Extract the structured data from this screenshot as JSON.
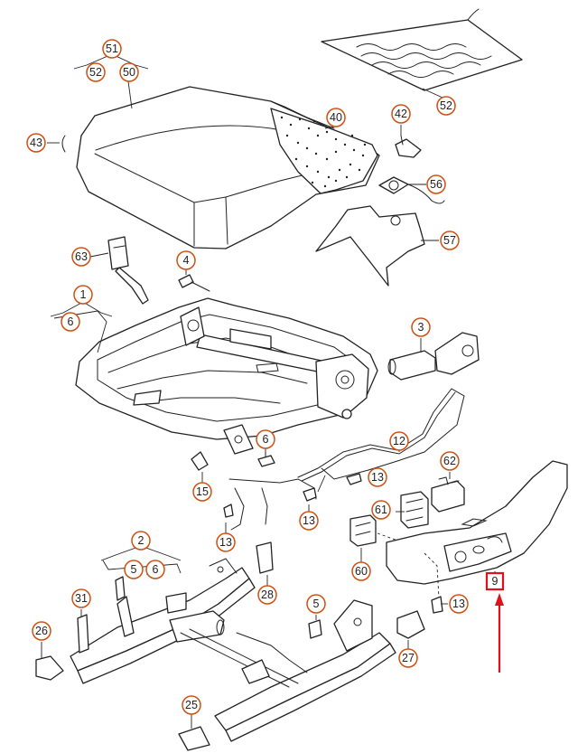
{
  "callouts": [
    {
      "label": "51"
    },
    {
      "label": "52"
    },
    {
      "label": "50"
    },
    {
      "label": "52"
    },
    {
      "label": "43"
    },
    {
      "label": "40"
    },
    {
      "label": "42"
    },
    {
      "label": "56"
    },
    {
      "label": "57"
    },
    {
      "label": "63"
    },
    {
      "label": "4"
    },
    {
      "label": "1"
    },
    {
      "label": "6"
    },
    {
      "label": "3"
    },
    {
      "label": "6"
    },
    {
      "label": "12"
    },
    {
      "label": "15"
    },
    {
      "label": "13"
    },
    {
      "label": "62"
    },
    {
      "label": "13"
    },
    {
      "label": "61"
    },
    {
      "label": "13"
    },
    {
      "label": "2"
    },
    {
      "label": "5"
    },
    {
      "label": "6"
    },
    {
      "label": "28"
    },
    {
      "label": "60"
    },
    {
      "label": "31"
    },
    {
      "label": "5"
    },
    {
      "label": "13"
    },
    {
      "label": "26"
    },
    {
      "label": "27"
    },
    {
      "label": "25"
    }
  ],
  "highlighted": {
    "label": "9",
    "color": "#e0101c"
  },
  "separator": ",",
  "accent_color": "#d05010"
}
